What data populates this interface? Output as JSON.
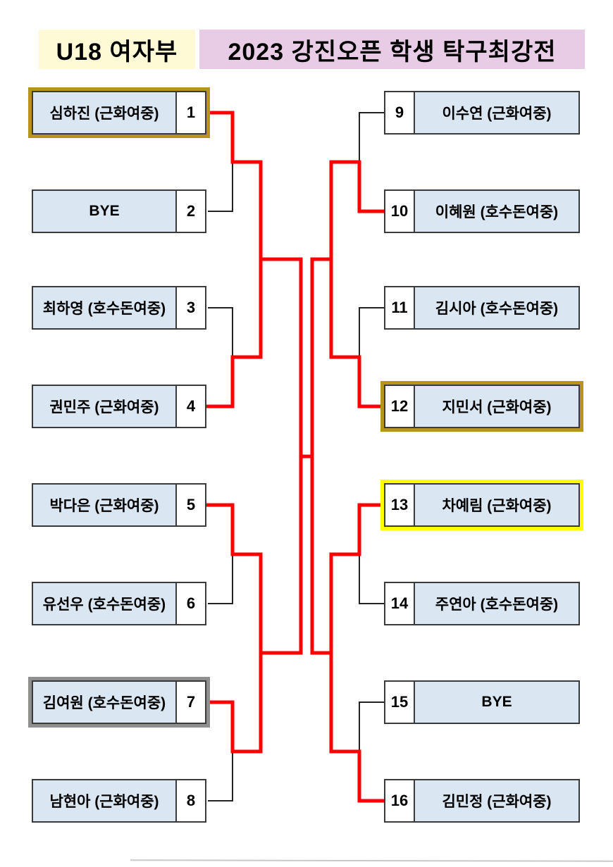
{
  "header": {
    "division_label": "U18 여자부",
    "title": "2023 강진오픈 학생 탁구최강전"
  },
  "colors": {
    "box_fill": "#DAE7F3",
    "line_winner": "#FF0000",
    "line_default": "#222222",
    "highlight_gold": "#B5951E",
    "highlight_gray": "#8F8F8F",
    "highlight_yellow": "#FFFF00",
    "division_bg": "#FFFAD6",
    "title_bg": "#E8CCE6"
  },
  "bracket": {
    "left": [
      {
        "seed": "1",
        "name": "심하진 (근화여중)",
        "highlight": "gold"
      },
      {
        "seed": "2",
        "name": "BYE",
        "highlight": ""
      },
      {
        "seed": "3",
        "name": "최하영 (호수돈여중)",
        "highlight": ""
      },
      {
        "seed": "4",
        "name": "권민주 (근화여중)",
        "highlight": ""
      },
      {
        "seed": "5",
        "name": "박다은 (근화여중)",
        "highlight": ""
      },
      {
        "seed": "6",
        "name": "유선우 (호수돈여중)",
        "highlight": ""
      },
      {
        "seed": "7",
        "name": "김여원 (호수돈여중)",
        "highlight": "gray"
      },
      {
        "seed": "8",
        "name": "남현아 (근화여중)",
        "highlight": ""
      }
    ],
    "right": [
      {
        "seed": "9",
        "name": "이수연 (근화여중)",
        "highlight": ""
      },
      {
        "seed": "10",
        "name": "이혜원 (호수돈여중)",
        "highlight": ""
      },
      {
        "seed": "11",
        "name": "김시아 (호수돈여중)",
        "highlight": ""
      },
      {
        "seed": "12",
        "name": "지민서 (근화여중)",
        "highlight": "gold"
      },
      {
        "seed": "13",
        "name": "차예림 (근화여중)",
        "highlight": "yellow"
      },
      {
        "seed": "14",
        "name": "주연아 (호수돈여중)",
        "highlight": ""
      },
      {
        "seed": "15",
        "name": "BYE",
        "highlight": ""
      },
      {
        "seed": "16",
        "name": "김민정 (근화여중)",
        "highlight": ""
      }
    ]
  },
  "results": {
    "round1_winners": [
      "심하진",
      "권민주",
      "박다은",
      "김여원",
      "이혜원",
      "지민서",
      "차예림",
      "김민정"
    ],
    "quarterfinal_winners": [
      "심하진",
      "김여원",
      "지민서",
      "차예림"
    ],
    "finalists": [
      "심하진",
      "지민서"
    ]
  }
}
